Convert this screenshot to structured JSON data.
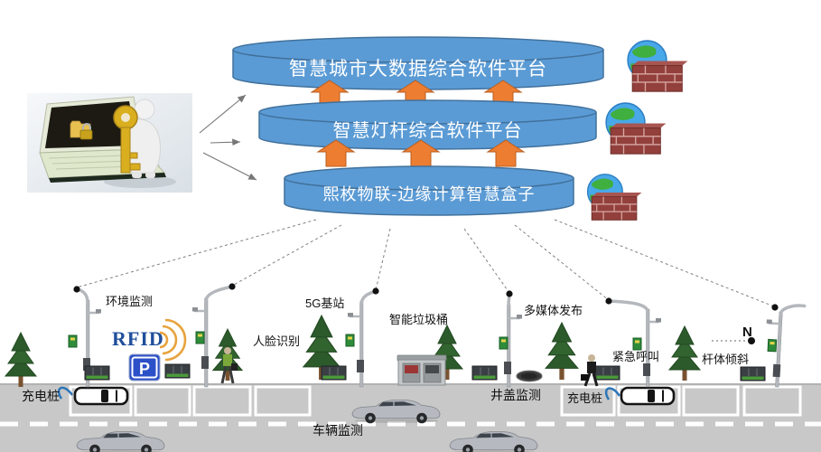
{
  "platforms": {
    "layer1": "智慧城市大数据综合软件平台",
    "layer2": "智慧灯杆综合软件平台",
    "layer3": "熙枚物联-边缘计算智慧盒子"
  },
  "street_labels": {
    "env_monitoring": "环境监测",
    "rfid": "RFID",
    "parking_sign": "P",
    "face_recognition": "人脸识别",
    "g5_base_station": "5G基站",
    "smart_trash_bin": "智能垃圾桶",
    "multimedia_publish": "多媒体发布",
    "emergency_call": "紧急呼叫",
    "pole_tilt": "杆体倾斜",
    "north": "N",
    "charging_pile_left": "充电桩",
    "charging_pile_right": "充电桩",
    "manhole_monitoring": "井盖监测",
    "vehicle_monitoring": "车辆监测"
  },
  "icons": {
    "globe_firewall": "globe-firewall-icon",
    "security_laptop": "laptop-key-security-illustration"
  },
  "colors": {
    "cylinder_fill": "#5B9BD5",
    "cylinder_border": "#41719C",
    "arrow_orange": "#ED7D31",
    "arrow_border": "#B85E20",
    "road_gray": "#C8C8C8",
    "rfid_blue": "#1F4E9B",
    "parking_sign_blue": "#2B50C8",
    "wave_orange": "#E8A33D"
  }
}
